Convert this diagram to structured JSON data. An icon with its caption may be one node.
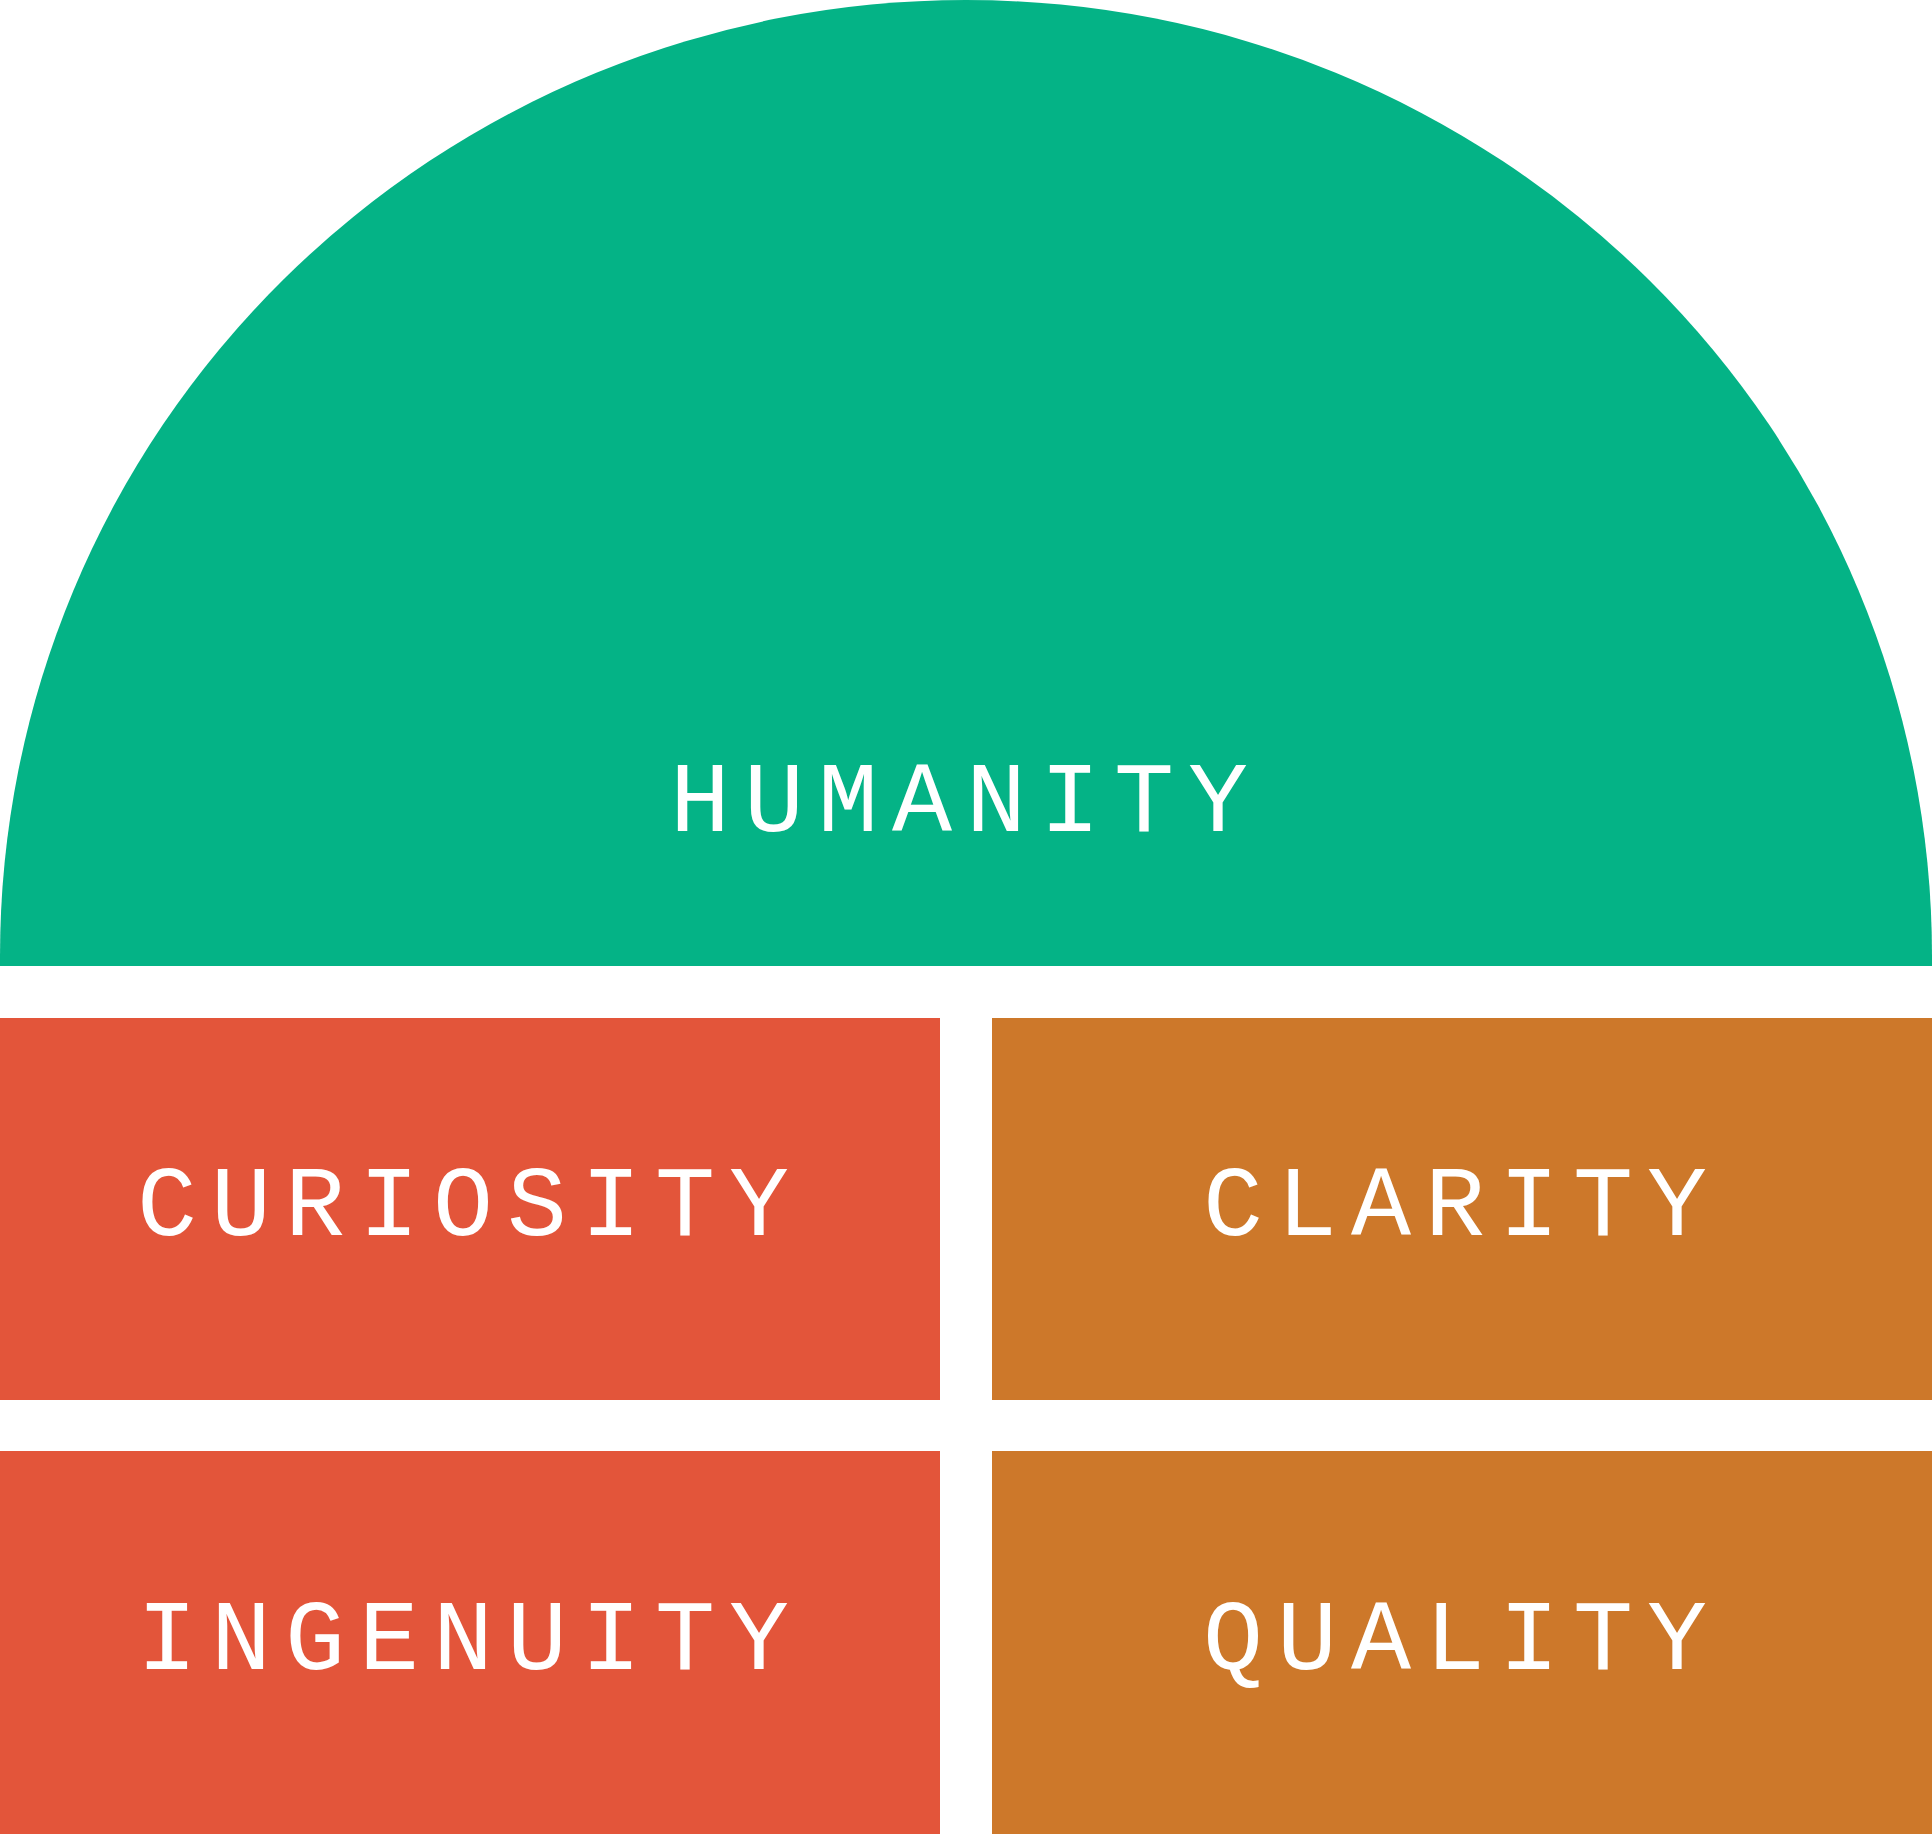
{
  "diagram": {
    "nodes": [
      {
        "text": [
          "HUMANITY"
        ]
      },
      {
        "text": [
          "CURIOSITY"
        ]
      },
      {
        "text": [
          "CLARITY"
        ]
      },
      {
        "text": [
          "INGENUITY"
        ]
      },
      {
        "text": [
          "QUALITY"
        ]
      }
    ]
  }
}
